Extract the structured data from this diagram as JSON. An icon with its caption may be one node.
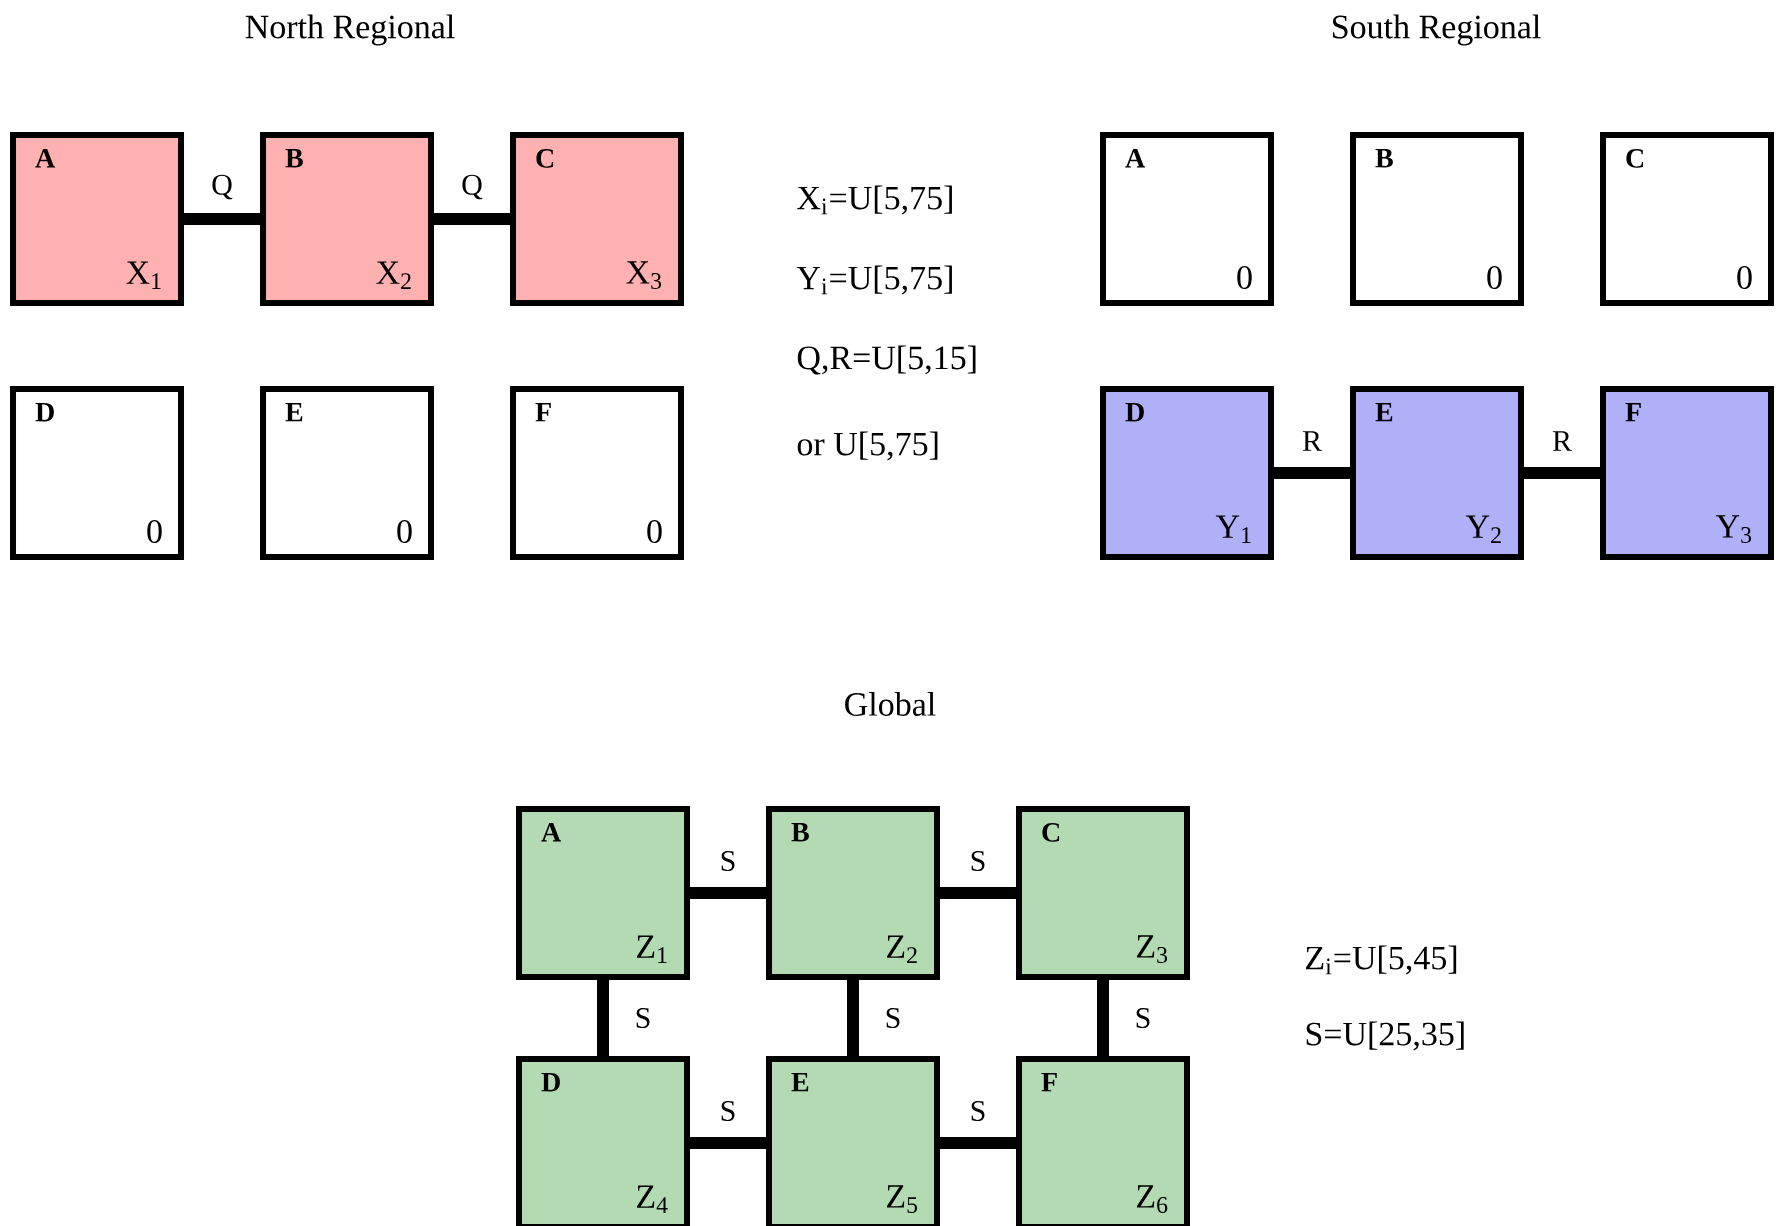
{
  "diagram": {
    "nodes": [
      {
        "text": [
          "A",
          "X$_{1}$"
        ]
      },
      {
        "text": [
          "B",
          "X$_{2}$"
        ]
      },
      {
        "text": [
          "C",
          "X$_{3}$"
        ]
      },
      {
        "text": [
          "D",
          "0"
        ]
      },
      {
        "text": [
          "E",
          "0"
        ]
      },
      {
        "text": [
          "F",
          "0"
        ]
      },
      {
        "text": [
          "A",
          "0"
        ]
      },
      {
        "text": [
          "B",
          "0"
        ]
      },
      {
        "text": [
          "C",
          "0"
        ]
      },
      {
        "text": [
          "D",
          "Y$_{1}$"
        ]
      },
      {
        "text": [
          "E",
          "Y$_{2}$"
        ]
      },
      {
        "text": [
          "F",
          "Y$_{3}$"
        ]
      },
      {
        "text": [
          "A",
          "Z$_{1}$"
        ]
      },
      {
        "text": [
          "B",
          "Z$_{2}$"
        ]
      },
      {
        "text": [
          "C",
          "Z$_{3}$"
        ]
      },
      {
        "text": [
          "D",
          "Z$_{4}$"
        ]
      },
      {
        "text": [
          "E",
          "Z$_{5}$"
        ]
      },
      {
        "text": [
          "F",
          "Z$_{6}$"
        ]
      }
    ],
    "edges": [
      {
        "from": 0,
        "to": 1,
        "arrow": "none",
        "label": "Q"
      },
      {
        "from": 1,
        "to": 2,
        "arrow": "none",
        "label": "Q"
      },
      {
        "from": 9,
        "to": 10,
        "arrow": "none",
        "label": "R"
      },
      {
        "from": 10,
        "to": 11,
        "arrow": "none",
        "label": "R"
      },
      {
        "from": 12,
        "to": 13,
        "arrow": "none",
        "label": "S"
      },
      {
        "from": 13,
        "to": 14,
        "arrow": "none",
        "label": "S"
      },
      {
        "from": 12,
        "to": 15,
        "arrow": "none",
        "label": "S"
      },
      {
        "from": 13,
        "to": 16,
        "arrow": "none",
        "label": "S"
      },
      {
        "from": 14,
        "to": 17,
        "arrow": "none",
        "label": "S"
      },
      {
        "from": 15,
        "to": 16,
        "arrow": "none",
        "label": "S"
      },
      {
        "from": 16,
        "to": 17,
        "arrow": "none",
        "label": "S"
      }
    ],
    "labels": [
      "North Regional",
      "South Regional",
      "X$_{i}$=U[5,75]",
      "Y$_{i}$=U[5,75]",
      "Q,R=U[5,15]",
      "or U[5,75]",
      "Global",
      "Z$_{i}$=U[5,45]",
      "S=U[25,35]"
    ]
  }
}
